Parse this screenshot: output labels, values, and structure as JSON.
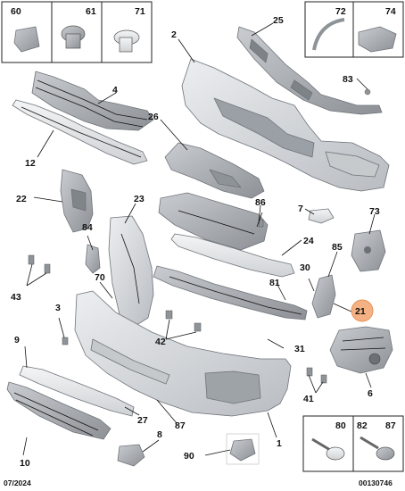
{
  "diagram": {
    "callouts": {
      "p1": "1",
      "p2": "2",
      "p3": "3",
      "p4": "4",
      "p6": "6",
      "p7": "7",
      "p8": "8",
      "p9": "9",
      "p10": "10",
      "p12": "12",
      "p22": "22",
      "p23": "23",
      "p24": "24",
      "p26": "26",
      "p27": "27",
      "p30": "30",
      "p31": "31",
      "p41": "41",
      "p42": "42",
      "p43": "43",
      "p70": "70",
      "p73": "73",
      "p81": "81",
      "p83": "83",
      "p84": "84",
      "p85": "85",
      "p86": "86",
      "p87": "87",
      "p90": "90"
    },
    "highlighted_callout": "21",
    "top_left_box": [
      "60",
      "61",
      "71"
    ],
    "top_right_box": [
      "72",
      "74"
    ],
    "top_middle_box": "25",
    "bottom_right_box": [
      "80",
      "82",
      "87"
    ],
    "date": "07/2024",
    "reference": "00130746",
    "highlight_color": "#f4b183"
  }
}
